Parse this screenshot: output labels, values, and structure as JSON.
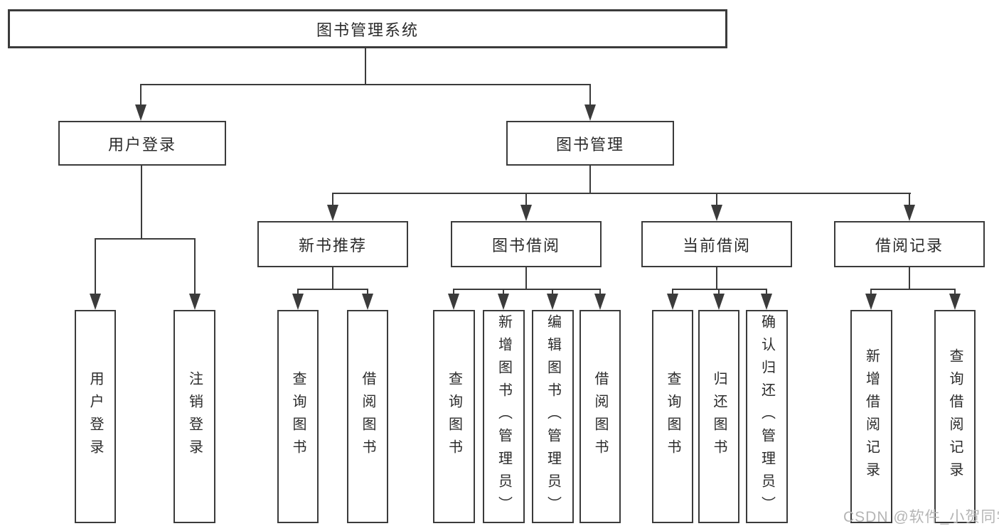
{
  "diagram": {
    "root": {
      "label": "图书管理系统"
    },
    "branches": [
      {
        "label": "用户登录",
        "children": [
          {
            "label": "用户登录"
          },
          {
            "label": "注销登录"
          }
        ]
      },
      {
        "label": "图书管理",
        "children": [
          {
            "label": "新书推荐",
            "children": [
              {
                "label": "查询图书"
              },
              {
                "label": "借阅图书"
              }
            ]
          },
          {
            "label": "图书借阅",
            "children": [
              {
                "label": "查询图书"
              },
              {
                "label": "新增图书（管理员）"
              },
              {
                "label": "编辑图书（管理员）"
              },
              {
                "label": "借阅图书"
              }
            ]
          },
          {
            "label": "当前借阅",
            "children": [
              {
                "label": "查询图书"
              },
              {
                "label": "归还图书"
              },
              {
                "label": "确认归还（管理员）"
              }
            ]
          },
          {
            "label": "借阅记录",
            "children": [
              {
                "label": "新增借阅记录"
              },
              {
                "label": "查询借阅记录"
              }
            ]
          }
        ]
      }
    ]
  },
  "colors": {
    "line": "#3b3b3b",
    "text": "#2b2b2b",
    "watermark": "#b5b5b5",
    "background": "#ffffff"
  },
  "watermark": {
    "text": "CSDN @软件_小贺同学"
  }
}
